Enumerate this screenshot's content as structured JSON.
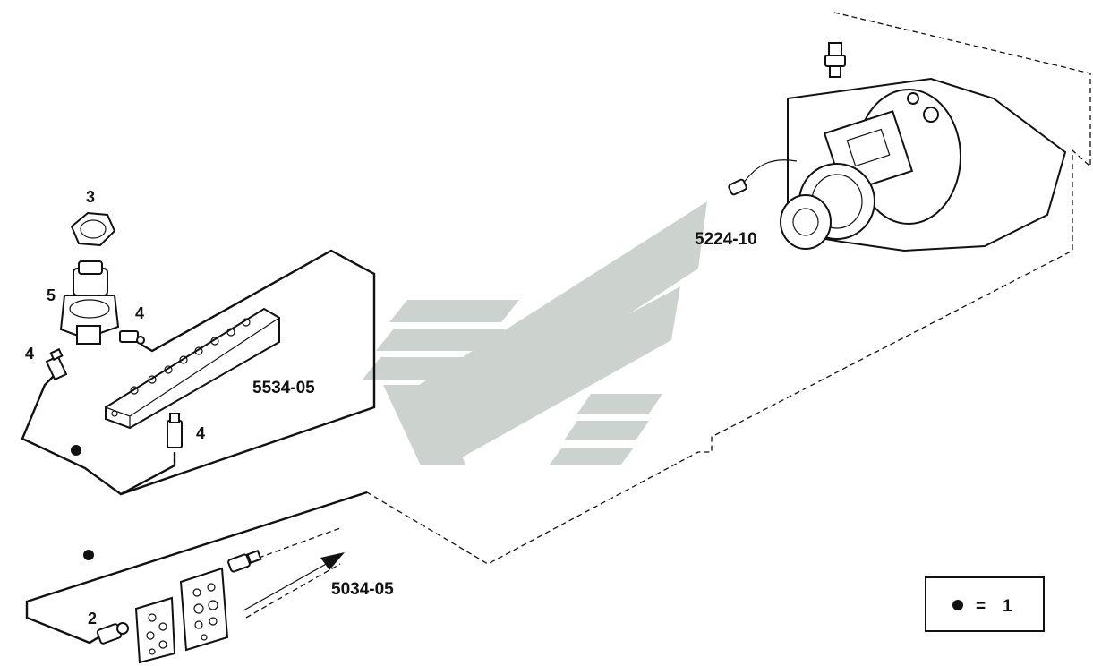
{
  "labels": {
    "part_3": "3",
    "part_5": "5",
    "part_4_a": "4",
    "part_4_b": "4",
    "part_4_c": "4",
    "part_2": "2",
    "group_5534": "5534-05",
    "group_5224": "5224-10",
    "group_5034": "5034-05"
  },
  "legend": {
    "equals": "=",
    "value": "1"
  },
  "colors": {
    "line": "#111111",
    "watermark": "#ccd2cd",
    "background": "#ffffff"
  }
}
